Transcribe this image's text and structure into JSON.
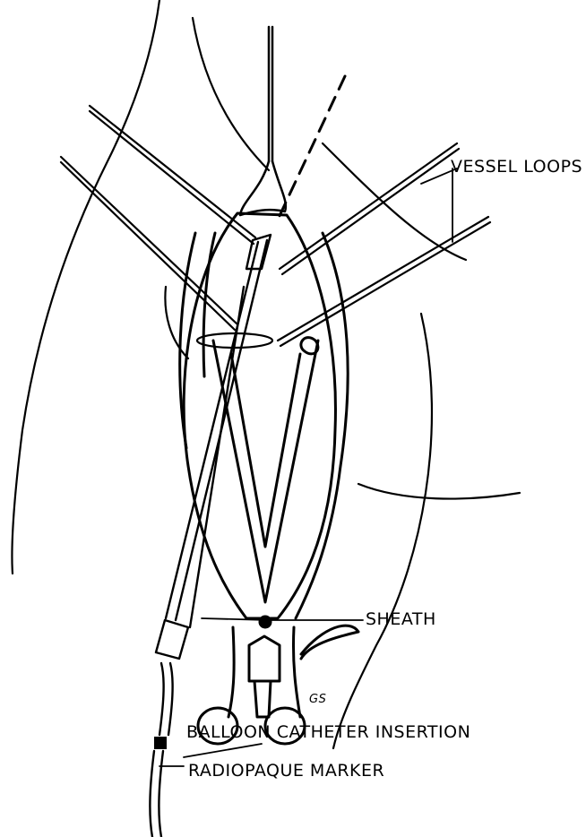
{
  "labels": {
    "vessel_loops": "VESSEL LOOPS",
    "sheath": "SHEATH",
    "balloon_catheter_insertion": "BALLOON CATHETER INSERTION",
    "radiopaque_marker": "RADIOPAQUE MARKER"
  },
  "artist_initials": "GS"
}
